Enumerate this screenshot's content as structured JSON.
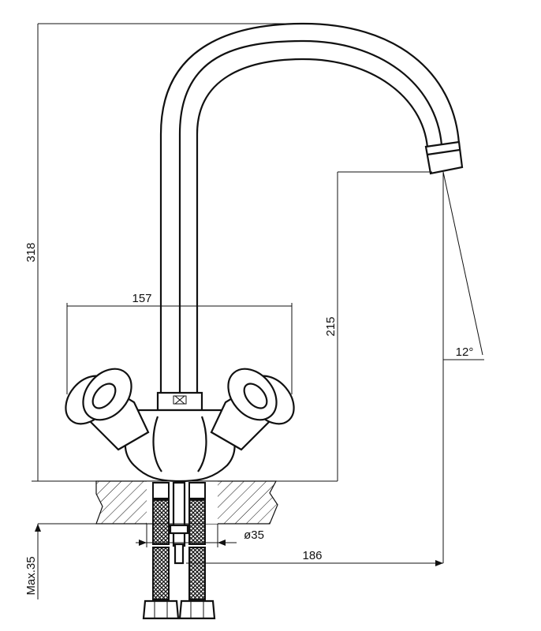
{
  "diagram": {
    "dimensions": {
      "overall_height": "318",
      "spout_height": "215",
      "handle_span": "157",
      "reach": "186",
      "hole_diameter": "ø35",
      "max_counter_thickness": "Max.35",
      "spout_angle": "12°"
    },
    "colors": {
      "line": "#111111",
      "background": "#ffffff"
    }
  }
}
